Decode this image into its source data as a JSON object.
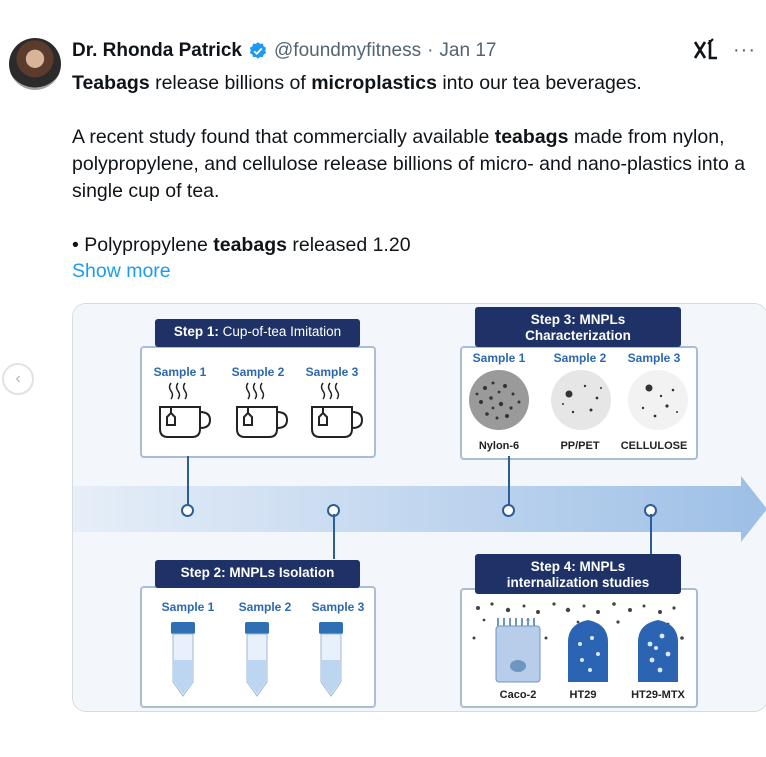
{
  "tweet": {
    "author_name": "Dr. Rhonda Patrick",
    "handle": "@foundmyfitness",
    "separator": "·",
    "date": "Jan 17",
    "line1_bold_a": "Teabags",
    "line1_mid": " release billions of ",
    "line1_bold_b": "microplastics",
    "line1_end": " into our tea beverages.",
    "para2_start": "A recent study found that commercially available ",
    "para2_bold": "teabags",
    "para2_end": " made from nylon, polypropylene, and cellulose release billions of micro- and nano-plastics into a single cup of tea.",
    "bullet_start": "• Polypropylene ",
    "bullet_bold": "teabags",
    "bullet_end": " released 1.20",
    "show_more": "Show more"
  },
  "icons": {
    "grok": "xl-grok-icon",
    "more": "more-options-icon",
    "verified": "verified-badge-icon",
    "prev": "chevron-left-icon",
    "next": "chevron-right-icon"
  },
  "figure": {
    "step1": {
      "title_bold": "Step 1:",
      "title_rest": " Cup-of-tea Imitation",
      "samples": [
        "Sample 1",
        "Sample 2",
        "Sample 3"
      ]
    },
    "step2": {
      "title": "Step 2: MNPLs Isolation",
      "samples": [
        "Sample 1",
        "Sample 2",
        "Sample 3"
      ]
    },
    "step3": {
      "title_line1": "Step 3: MNPLs",
      "title_line2": "Characterization",
      "samples": [
        "Sample 1",
        "Sample 2",
        "Sample 3"
      ],
      "materials": [
        "Nylon-6",
        "PP/PET",
        "CELLULOSE"
      ]
    },
    "step4": {
      "title_line1": "Step 4: MNPLs",
      "title_line2": "internalization studies",
      "cells": [
        "Caco-2",
        "HT29",
        "HT29-MTX"
      ]
    }
  },
  "colors": {
    "navy": "#1f3267",
    "blue": "#2b68b3",
    "link": "#1d9bf0"
  }
}
